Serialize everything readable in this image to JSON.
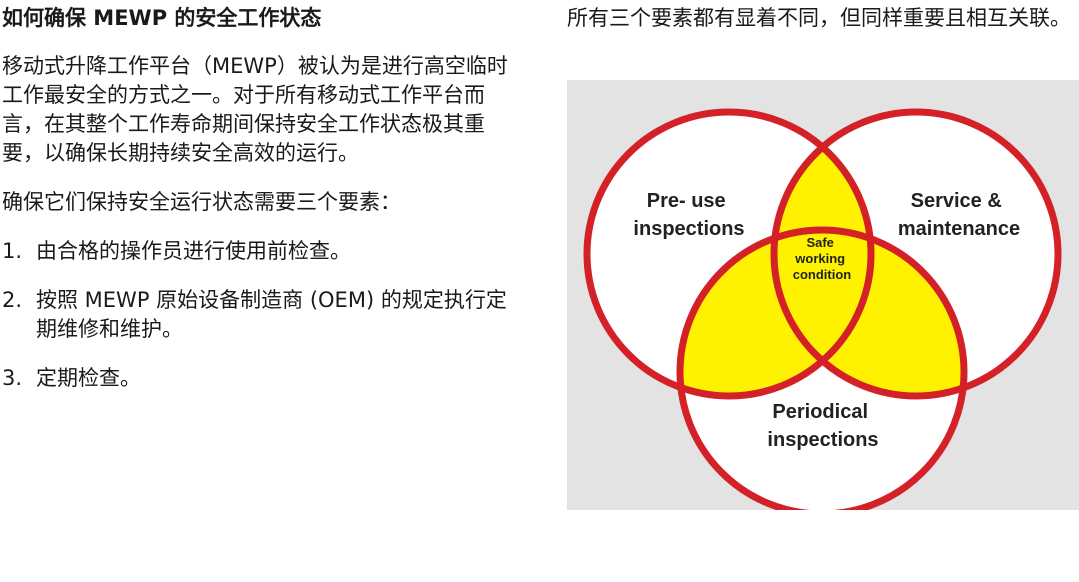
{
  "left": {
    "heading": "如何确保 MEWP 的安全工作状态",
    "intro_paragraph": "移动式升降工作平台（MEWP）被认为是进行高空临时工作最安全的方式之一。对于所有移动式工作平台而言，在其整个工作寿命期间保持安全工作状态极其重要，以确保长期持续安全高效的运行。",
    "requirement_paragraph": "确保它们保持安全运行状态需要三个要素：",
    "steps": [
      {
        "number": "1.",
        "text": "由合格的操作员进行使用前检查。"
      },
      {
        "number": "2.",
        "text": "按照 MEWP 原始设备制造商 (OEM) 的规定执行定期维修和维护。"
      },
      {
        "number": "3.",
        "text": "定期检查。"
      }
    ]
  },
  "right": {
    "intro": "所有三个要素都有显着不同，但同样重要且相互关联。"
  },
  "venn": {
    "circle_left_label": [
      "Pre- use",
      "inspections"
    ],
    "circle_right_label": [
      "Service &",
      "maintenance"
    ],
    "circle_bottom_label": [
      "Periodical",
      "inspections"
    ],
    "center_label": [
      "Safe",
      "working",
      "condition"
    ],
    "colors": {
      "background": "#e3e3e3",
      "circle_stroke": "#d42027",
      "overlap_fill": "#fff200",
      "circle_fill": "#ffffff"
    }
  }
}
